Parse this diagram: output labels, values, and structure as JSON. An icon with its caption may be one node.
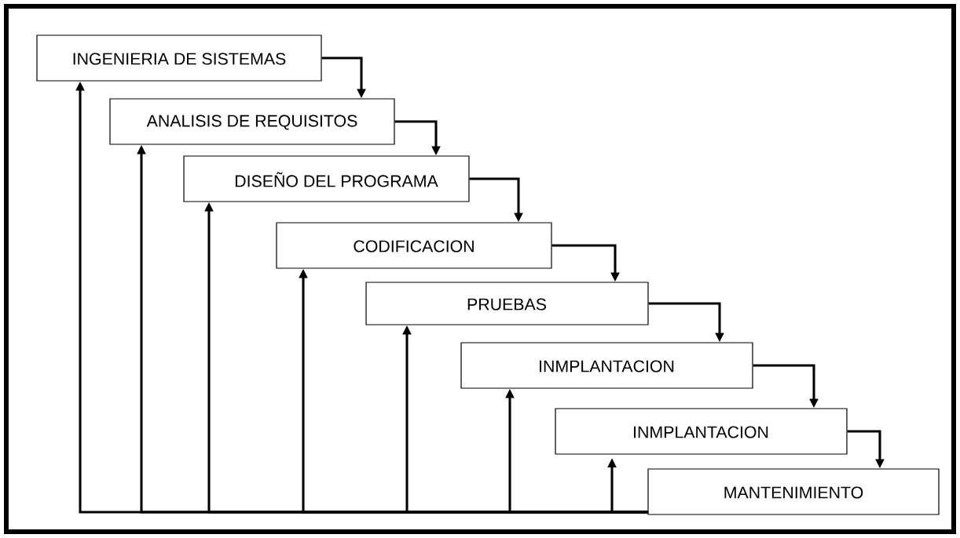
{
  "diagram": {
    "nodes": [
      {
        "text": [
          "INGENIERIA DE SISTEMAS"
        ]
      },
      {
        "text": [
          "ANALISIS DE REQUISITOS"
        ]
      },
      {
        "text": [
          "DISEÑO DEL PROGRAMA"
        ]
      },
      {
        "text": [
          "CODIFICACION"
        ]
      },
      {
        "text": [
          "PRUEBAS"
        ]
      },
      {
        "text": [
          "INMPLANTACION"
        ]
      },
      {
        "text": [
          "INMPLANTACION"
        ]
      },
      {
        "text": [
          "MANTENIMIENTO"
        ]
      }
    ],
    "edges": [
      {
        "from": 0,
        "to": 1,
        "arrow": "to"
      },
      {
        "from": 1,
        "to": 2,
        "arrow": "to"
      },
      {
        "from": 2,
        "to": 3,
        "arrow": "to"
      },
      {
        "from": 3,
        "to": 4,
        "arrow": "to"
      },
      {
        "from": 4,
        "to": 5,
        "arrow": "to"
      },
      {
        "from": 5,
        "to": 6,
        "arrow": "to"
      },
      {
        "from": 6,
        "to": 7,
        "arrow": "to"
      },
      {
        "from": 7,
        "to": 0,
        "arrow": "to"
      },
      {
        "from": 7,
        "to": 1,
        "arrow": "to"
      },
      {
        "from": 7,
        "to": 2,
        "arrow": "to"
      },
      {
        "from": 7,
        "to": 3,
        "arrow": "to"
      },
      {
        "from": 7,
        "to": 4,
        "arrow": "to"
      },
      {
        "from": 7,
        "to": 5,
        "arrow": "to"
      },
      {
        "from": 7,
        "to": 6,
        "arrow": "to"
      }
    ]
  }
}
